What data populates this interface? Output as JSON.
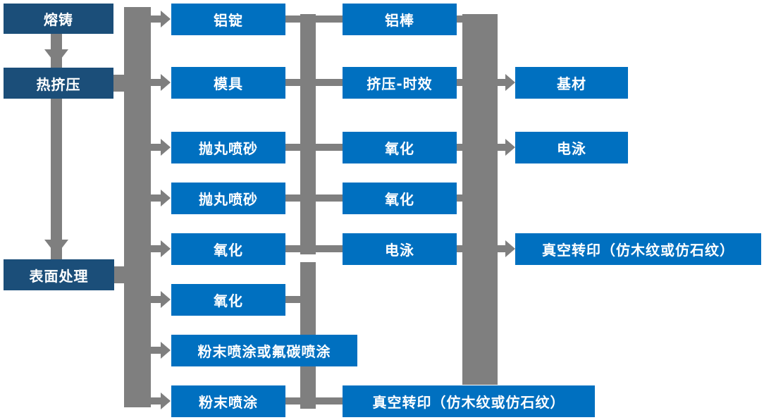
{
  "colors": {
    "stage_fill": "#1b4e79",
    "process_fill": "#0070c0",
    "connector": "#7f7f7f",
    "text": "#ffffff"
  },
  "stages": [
    {
      "label": "熔铸"
    },
    {
      "label": "热挤压"
    },
    {
      "label": "表面处理"
    }
  ],
  "column2": [
    {
      "label": "铝锭"
    },
    {
      "label": "模具"
    },
    {
      "label": "抛丸喷砂"
    },
    {
      "label": "抛丸喷砂"
    },
    {
      "label": "氧化"
    },
    {
      "label": "氧化"
    },
    {
      "label": "粉末喷涂或氟碳喷涂"
    },
    {
      "label": "粉末喷涂"
    }
  ],
  "column3": [
    {
      "label": "铝棒"
    },
    {
      "label": "挤压-时效"
    },
    {
      "label": "氧化"
    },
    {
      "label": "氧化"
    },
    {
      "label": "电泳"
    },
    {
      "label": "真空转印（仿木纹或仿石纹）"
    }
  ],
  "column4": [
    {
      "label": "基材"
    },
    {
      "label": "电泳"
    },
    {
      "label": "真空转印（仿木纹或仿石纹）"
    }
  ]
}
